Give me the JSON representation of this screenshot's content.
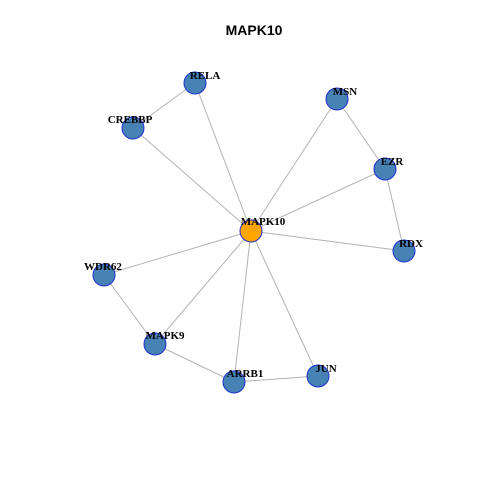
{
  "title": "MAPK10",
  "colors": {
    "hub_fill": "#FFA500",
    "node_fill": "#4682B4",
    "node_stroke": "#1F2FD0",
    "edge": "#B3B3B3"
  },
  "network": {
    "hub": "MAPK10",
    "nodes": [
      "MAPK10",
      "RELA",
      "CREBBP",
      "MSN",
      "EZR",
      "RDX",
      "WDR62",
      "MAPK9",
      "ARRB1",
      "JUN"
    ],
    "edges": [
      [
        "MAPK10",
        "RELA"
      ],
      [
        "MAPK10",
        "CREBBP"
      ],
      [
        "MAPK10",
        "MSN"
      ],
      [
        "MAPK10",
        "EZR"
      ],
      [
        "MAPK10",
        "RDX"
      ],
      [
        "MAPK10",
        "WDR62"
      ],
      [
        "MAPK10",
        "MAPK9"
      ],
      [
        "MAPK10",
        "ARRB1"
      ],
      [
        "MAPK10",
        "JUN"
      ],
      [
        "RELA",
        "CREBBP"
      ],
      [
        "MSN",
        "EZR"
      ],
      [
        "EZR",
        "RDX"
      ],
      [
        "WDR62",
        "MAPK9"
      ],
      [
        "MAPK9",
        "ARRB1"
      ],
      [
        "ARRB1",
        "JUN"
      ]
    ]
  }
}
